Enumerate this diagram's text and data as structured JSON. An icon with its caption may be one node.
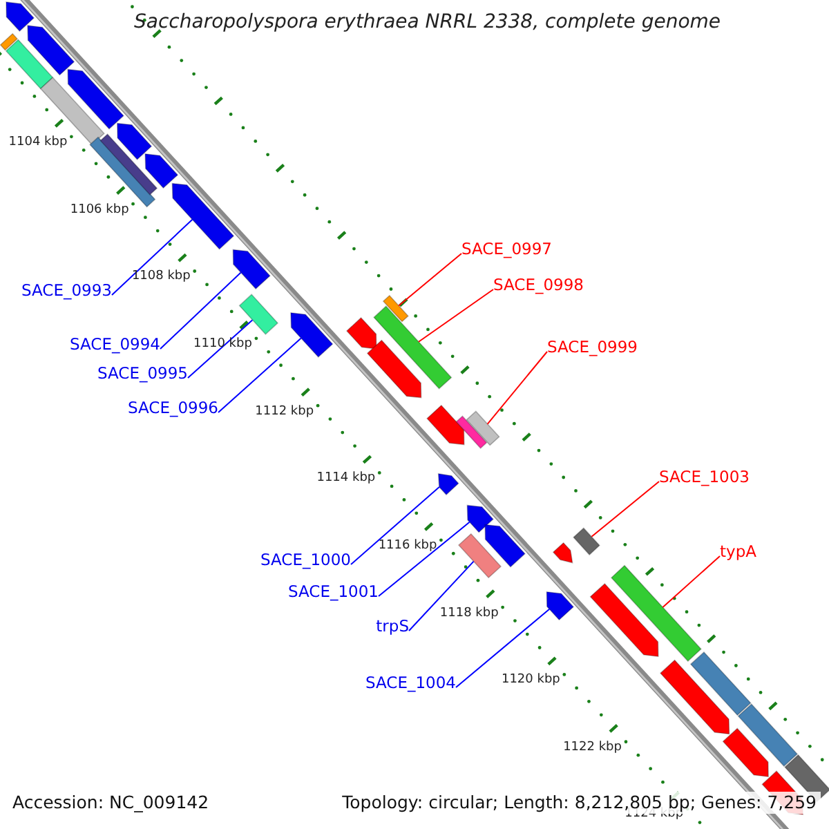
{
  "diagram": {
    "title": "Saccharopolyspora erythraea NRRL 2338, complete genome",
    "nodes": [
      {
        "text": [
          "SACE_0997"
        ]
      },
      {
        "text": [
          "SACE_0998"
        ]
      },
      {
        "text": [
          "SACE_0993"
        ]
      },
      {
        "text": [
          "SACE_0994"
        ]
      },
      {
        "text": [
          "SACE_0999"
        ]
      },
      {
        "text": [
          "SACE_0995"
        ]
      },
      {
        "text": [
          "SACE_0996"
        ]
      },
      {
        "text": [
          "SACE_1003"
        ]
      },
      {
        "text": [
          "typA"
        ]
      },
      {
        "text": [
          "SACE_1000"
        ]
      },
      {
        "text": [
          "SACE_1001"
        ]
      },
      {
        "text": [
          "trpS"
        ]
      },
      {
        "text": [
          "SACE_1004"
        ]
      },
      {
        "text": [],
        "shape": "pentagon"
      },
      {
        "text": [],
        "shape": "box"
      },
      {
        "text": [],
        "shape": "box"
      },
      {
        "text": [],
        "shape": "pentagon"
      },
      {
        "text": [],
        "shape": "box"
      },
      {
        "text": [],
        "shape": "pentagon"
      },
      {
        "text": [],
        "shape": "box"
      },
      {
        "text": [],
        "shape": "pentagon"
      },
      {
        "text": [],
        "shape": "box"
      },
      {
        "text": [],
        "shape": "pentagon"
      },
      {
        "text": [],
        "shape": "pentagon"
      },
      {
        "text": [],
        "shape": "pentagon"
      },
      {
        "text": [],
        "shape": "box"
      },
      {
        "text": [],
        "shape": "pentagon"
      },
      {
        "text": [],
        "shape": "pentagon"
      },
      {
        "text": [],
        "shape": "box"
      },
      {
        "text": [],
        "shape": "box"
      },
      {
        "text": [],
        "shape": "pentagon"
      },
      {
        "text": [],
        "shape": "pentagon"
      },
      {
        "text": [],
        "shape": "box"
      },
      {
        "text": [],
        "shape": "box"
      },
      {
        "text": [],
        "shape": "pentagon"
      },
      {
        "text": [],
        "shape": "pentagon"
      },
      {
        "text": [],
        "shape": "box"
      },
      {
        "text": [],
        "shape": "pentagon"
      },
      {
        "text": [],
        "shape": "pentagon"
      },
      {
        "text": [],
        "shape": "box"
      },
      {
        "text": [],
        "shape": "pentagon"
      },
      {
        "text": [],
        "shape": "pentagon"
      },
      {
        "text": [],
        "shape": "box"
      },
      {
        "text": [],
        "shape": "pentagon"
      },
      {
        "text": [],
        "shape": "box"
      },
      {
        "text": [],
        "shape": "box"
      },
      {
        "text": [],
        "shape": "pentagon"
      },
      {
        "text": [],
        "shape": "pentagon"
      },
      {
        "text": [],
        "shape": "box"
      }
    ],
    "edges": [
      {
        "from": 0,
        "to": 28,
        "arrow": "none",
        "color": "#ff0000"
      },
      {
        "from": 1,
        "to": 29,
        "arrow": "none",
        "color": "#ff0000"
      },
      {
        "from": 2,
        "to": 23,
        "arrow": "none"
      },
      {
        "from": 3,
        "to": 24,
        "arrow": "none"
      },
      {
        "from": 4,
        "to": 33,
        "arrow": "none",
        "color": "#ff0000"
      },
      {
        "from": 5,
        "to": 25,
        "arrow": "none"
      },
      {
        "from": 6,
        "to": 26,
        "arrow": "none"
      },
      {
        "from": 7,
        "to": 39,
        "arrow": "none",
        "color": "#ff0000"
      },
      {
        "from": 8,
        "to": 42,
        "arrow": "none",
        "color": "#ff0000"
      },
      {
        "from": 9,
        "to": 34,
        "arrow": "none"
      },
      {
        "from": 10,
        "to": 35,
        "arrow": "none"
      },
      {
        "from": 11,
        "to": 36,
        "arrow": "none"
      },
      {
        "from": 12,
        "to": 40,
        "arrow": "none"
      }
    ],
    "labels": [
      "1104 kbp",
      "1106 kbp",
      "1108 kbp",
      "1110 kbp",
      "1112 kbp",
      "1114 kbp",
      "1116 kbp",
      "1118 kbp",
      "1120 kbp",
      "1122 kbp",
      "1124 kbp",
      "Accession: NC_009142",
      "Topology: circular; Length: 8,212,805 bp; Genes: 7,259"
    ]
  }
}
